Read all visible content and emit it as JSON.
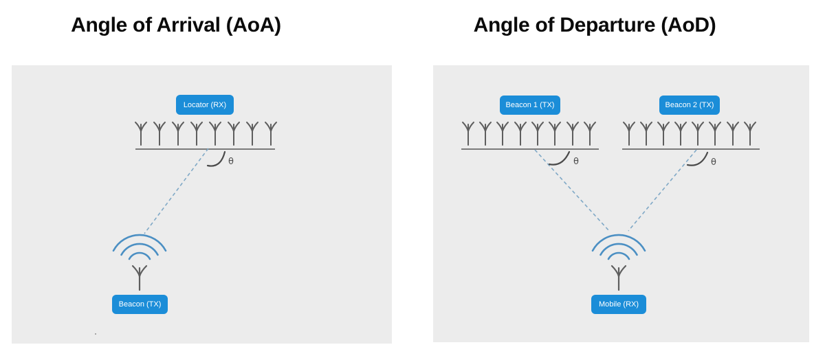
{
  "aoa": {
    "title": "Angle of Arrival (AoA)",
    "rx_label": "Locator (RX)",
    "tx_label": "Beacon (TX)",
    "theta": "θ"
  },
  "aod": {
    "title": "Angle of Departure (AoD)",
    "beacon1_label": "Beacon 1 (TX)",
    "beacon2_label": "Beacon 2 (TX)",
    "rx_label": "Mobile (RX)",
    "theta1": "θ",
    "theta2": "θ"
  },
  "colors": {
    "label_bg": "#1b8dd8",
    "label_text": "#ffffff",
    "panel_bg": "#ececec",
    "wifi_arc": "#4b8fc3",
    "dashed_line": "#7fa8c6",
    "antenna": "#5e5e5e",
    "baseline": "#7a7a7a",
    "angle_arc": "#4a4a4a",
    "title_text": "#0b0b0b"
  }
}
